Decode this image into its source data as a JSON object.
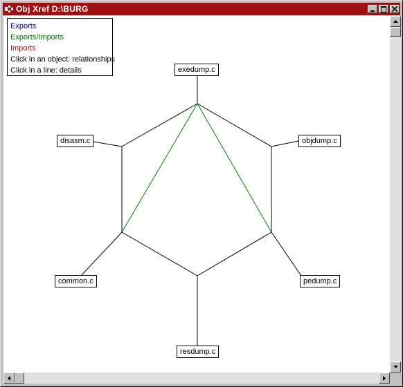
{
  "window": {
    "title": "Obj Xref D:\\BURG"
  },
  "legend": {
    "exports": "Exports",
    "exports_imports": "Exports/Imports",
    "imports": "Imports",
    "help_object": "Click in an object: relationships",
    "help_line": "Click in a line: details"
  },
  "colors": {
    "title_bar": "#a01010",
    "exports": "#00008b",
    "exports_imports": "#007000",
    "imports": "#b01010",
    "relation_line": "#000000",
    "exports_imports_line": "#008000"
  },
  "modules": [
    "exedump.c",
    "objdump.c",
    "pedump.c",
    "resdump.c",
    "common.c",
    "disasm.c"
  ],
  "exports_imports_links": [
    [
      "exedump.c",
      "common.c"
    ],
    [
      "exedump.c",
      "pedump.c"
    ]
  ]
}
